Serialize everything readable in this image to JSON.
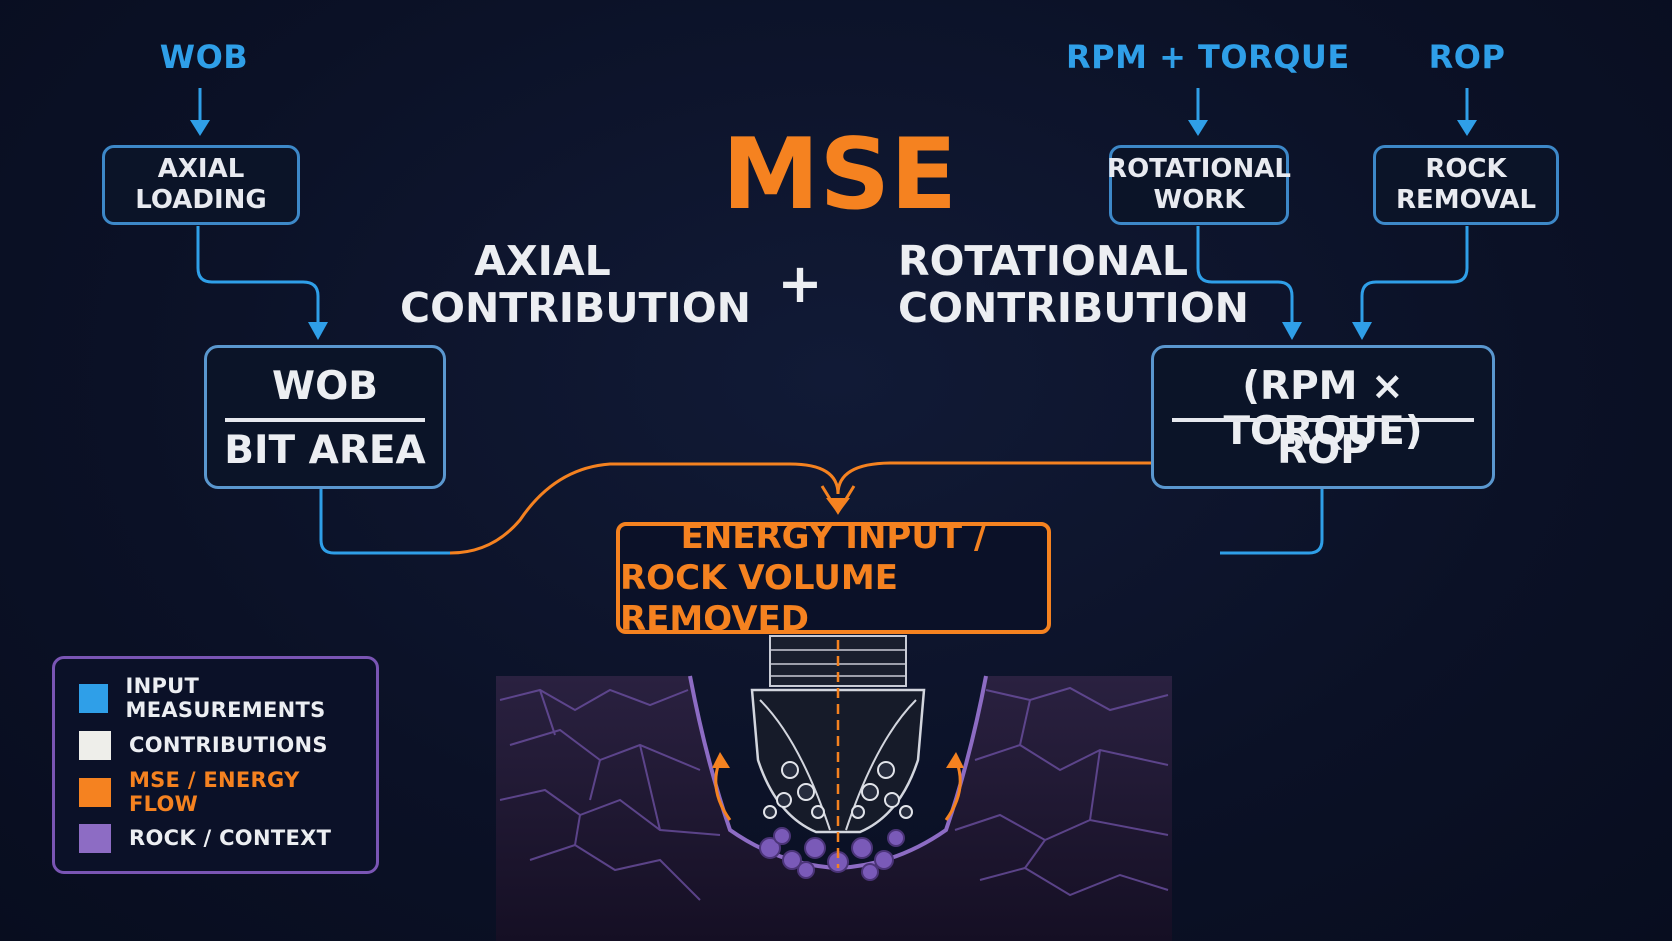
{
  "title": "MSE",
  "plus_sign": "+",
  "inputs": {
    "wob": "WOB",
    "rpm_torque": "RPM + TORQUE",
    "rop": "ROP"
  },
  "concept_boxes": {
    "axial_loading": [
      "AXIAL",
      "LOADING"
    ],
    "rotational_work": [
      "ROTATIONAL",
      "WORK"
    ],
    "rock_removal": [
      "ROCK",
      "REMOVAL"
    ]
  },
  "contributions": {
    "axial": [
      "AXIAL",
      "CONTRIBUTION"
    ],
    "rotational": [
      "ROTATIONAL",
      "CONTRIBUTION"
    ]
  },
  "formulas": {
    "axial": {
      "numerator": "WOB",
      "denominator": "BIT AREA"
    },
    "rotational": {
      "numerator": "(RPM × TORQUE)",
      "denominator": "ROP"
    }
  },
  "energy_box": [
    "ENERGY INPUT /",
    "ROCK VOLUME REMOVED"
  ],
  "legend": [
    {
      "label": "INPUT MEASUREMENTS",
      "color": "#2f9fe8",
      "text_color": "#eceef2"
    },
    {
      "label": "CONTRIBUTIONS",
      "color": "#eeeeea",
      "text_color": "#eceef2"
    },
    {
      "label": "MSE / ENERGY FLOW",
      "color": "#f58220",
      "text_color": "#f58220"
    },
    {
      "label": "ROCK / CONTEXT",
      "color": "#8d6cc4",
      "text_color": "#eceef2"
    }
  ],
  "colors": {
    "input_blue": "#2f9fe8",
    "box_border_blue": "#3d88c8",
    "energy_orange": "#f58220",
    "rock_purple": "#8d6cc4",
    "background": "#0b1126"
  },
  "icons": [
    "drill-bit-icon",
    "rock-formation-icon",
    "cuttings-icon"
  ]
}
